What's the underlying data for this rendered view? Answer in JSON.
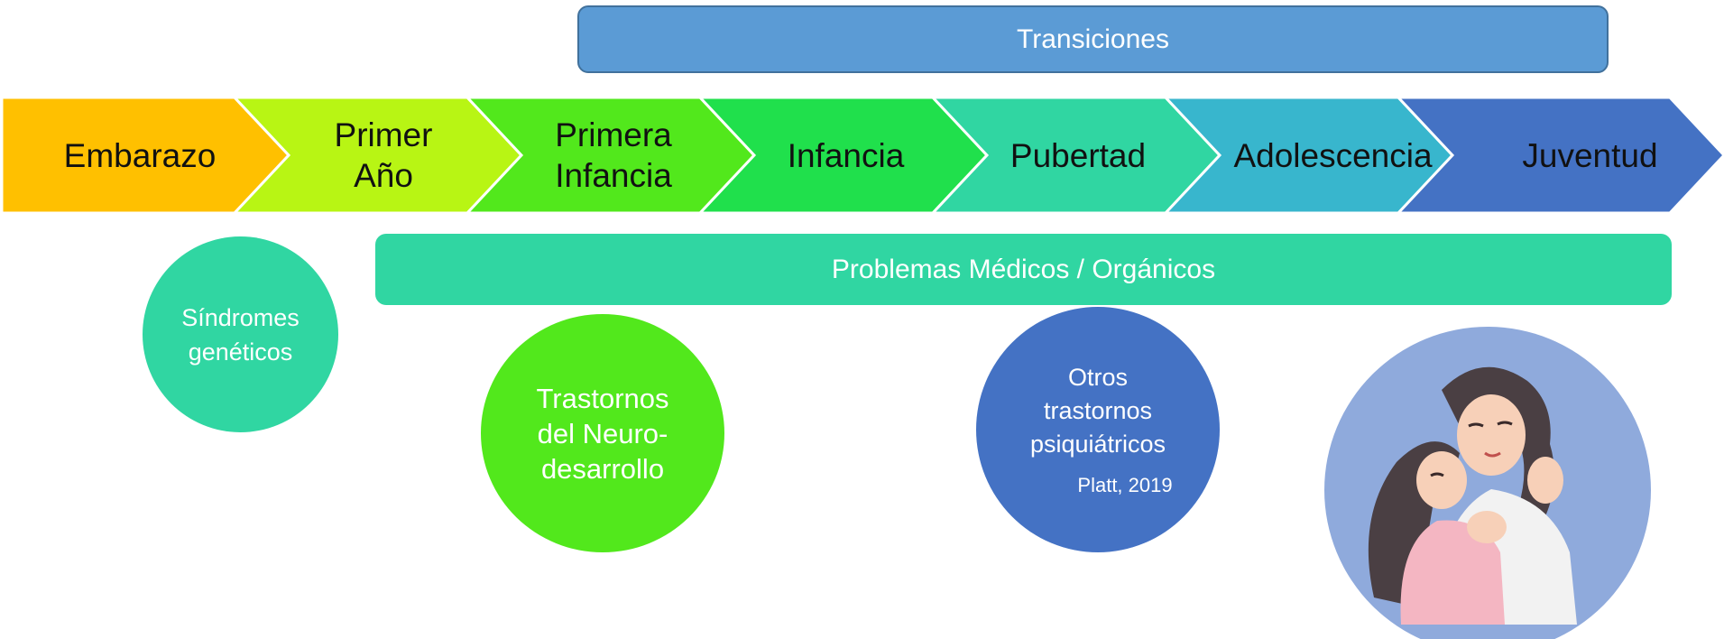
{
  "transitions_band": {
    "label": "Transiciones"
  },
  "stages": [
    {
      "label": "Embarazo",
      "color": "#ffc000"
    },
    {
      "label": "Primer\nAño",
      "color": "#b8f514"
    },
    {
      "label": "Primera\nInfancia",
      "color": "#52e81c"
    },
    {
      "label": "Infancia",
      "color": "#20e04c"
    },
    {
      "label": "Pubertad",
      "color": "#30d6a2"
    },
    {
      "label": "Adolescencia",
      "color": "#38b6cd"
    },
    {
      "label": "Juventud",
      "color": "#4472c4"
    }
  ],
  "medical_band": {
    "label": "Problemas Médicos / Orgánicos"
  },
  "circles": {
    "genetic": {
      "line1": "Síndromes",
      "line2": "genéticos"
    },
    "neuro": {
      "line1": "Trastornos",
      "line2": "del Neuro-",
      "line3": "desarrollo"
    },
    "psych": {
      "line1": "Otros",
      "line2": "trastornos",
      "line3": "psiquiátricos",
      "reference": "Platt, 2019"
    }
  },
  "illustration": {
    "icon": "mother-daughter-hug-illustration",
    "background": "#8faadc"
  }
}
